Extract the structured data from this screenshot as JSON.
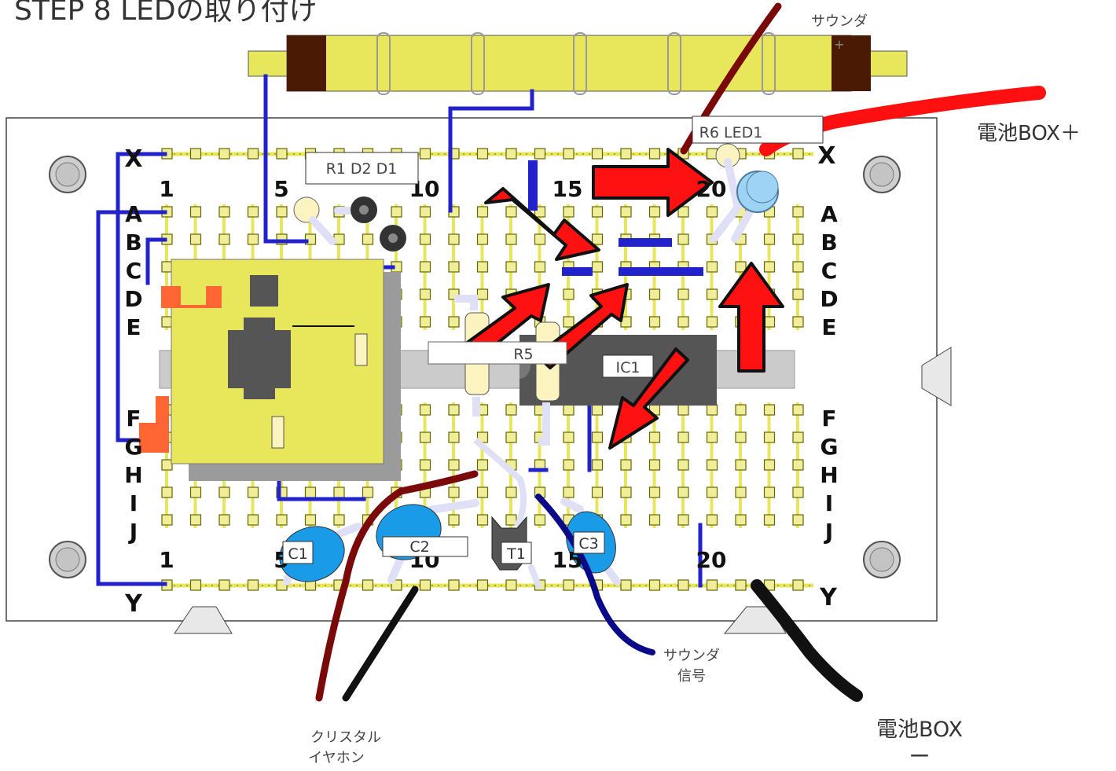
{
  "heading": "STEP 8 LEDの取り付け",
  "rows_top": [
    "A",
    "B",
    "C",
    "D",
    "E"
  ],
  "rows_bottom": [
    "F",
    "G",
    "H",
    "I",
    "J"
  ],
  "rail_top_label": "X",
  "rail_bottom_label": "Y",
  "column_numbers": [
    "1",
    "5",
    "10",
    "15",
    "20"
  ],
  "components": {
    "r1_d2_d1": "R1 D2 D1",
    "r6_led1": "R6  LED1",
    "r5": "R5",
    "ic1": "IC1",
    "c1": "C1",
    "c2": "C2",
    "c3": "C3",
    "t1": "T1"
  },
  "external": {
    "sounder": "サウンダ",
    "sounder_plus": "+",
    "battery_plus": "電池BOX＋",
    "battery_minus_line1": "電池BOX",
    "battery_minus_line2": "ー",
    "sounder_signal_line1": "サウンダ",
    "sounder_signal_line2": "信号",
    "earphone_line1": "クリスタル",
    "earphone_line2": "イヤホン"
  },
  "colors": {
    "pad": "#f1ee99",
    "pad_stroke": "#666600",
    "jumper_blue": "#2222cc",
    "arrow_red": "#ff1111",
    "wire_darkred": "#7a0a0a",
    "wire_red": "#ff1010",
    "wire_black": "#111111",
    "wire_navy": "#0a0a88",
    "coil_yellow": "#e8e65a",
    "capacitor_blue": "#1a9be8",
    "led_blue": "#9fd3f5"
  }
}
